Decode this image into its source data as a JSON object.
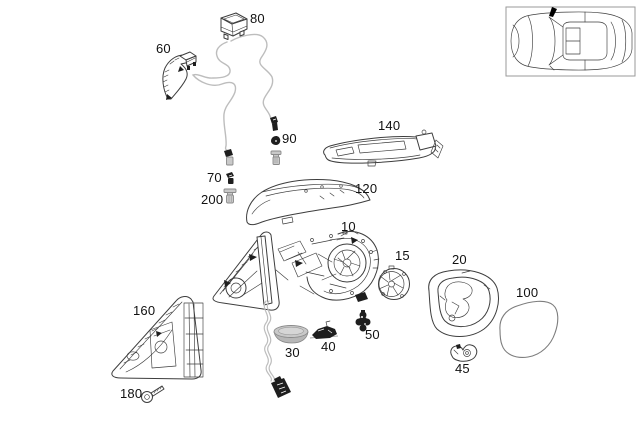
{
  "diagram": {
    "kind": "exploded-parts-diagram",
    "callouts": [
      {
        "text": "80"
      },
      {
        "text": "60"
      },
      {
        "text": "90"
      },
      {
        "text": "140"
      },
      {
        "text": "70"
      },
      {
        "text": "200"
      },
      {
        "text": "120"
      },
      {
        "text": "10"
      },
      {
        "text": "15"
      },
      {
        "text": "20"
      },
      {
        "text": "100"
      },
      {
        "text": "160"
      },
      {
        "text": "30"
      },
      {
        "text": "40"
      },
      {
        "text": "50"
      },
      {
        "text": "45"
      },
      {
        "text": "180"
      }
    ],
    "inset": {
      "icon": "car-top-view",
      "marker_color": "#000000"
    }
  },
  "colors": {
    "background": "#ffffff",
    "label": "#111111",
    "line": "#3d3d3d",
    "cable": "#bdbdbd",
    "dark_part": "#1e1e1e",
    "shade": "#c4c4c4",
    "inset_border": "#9a9a9a"
  }
}
